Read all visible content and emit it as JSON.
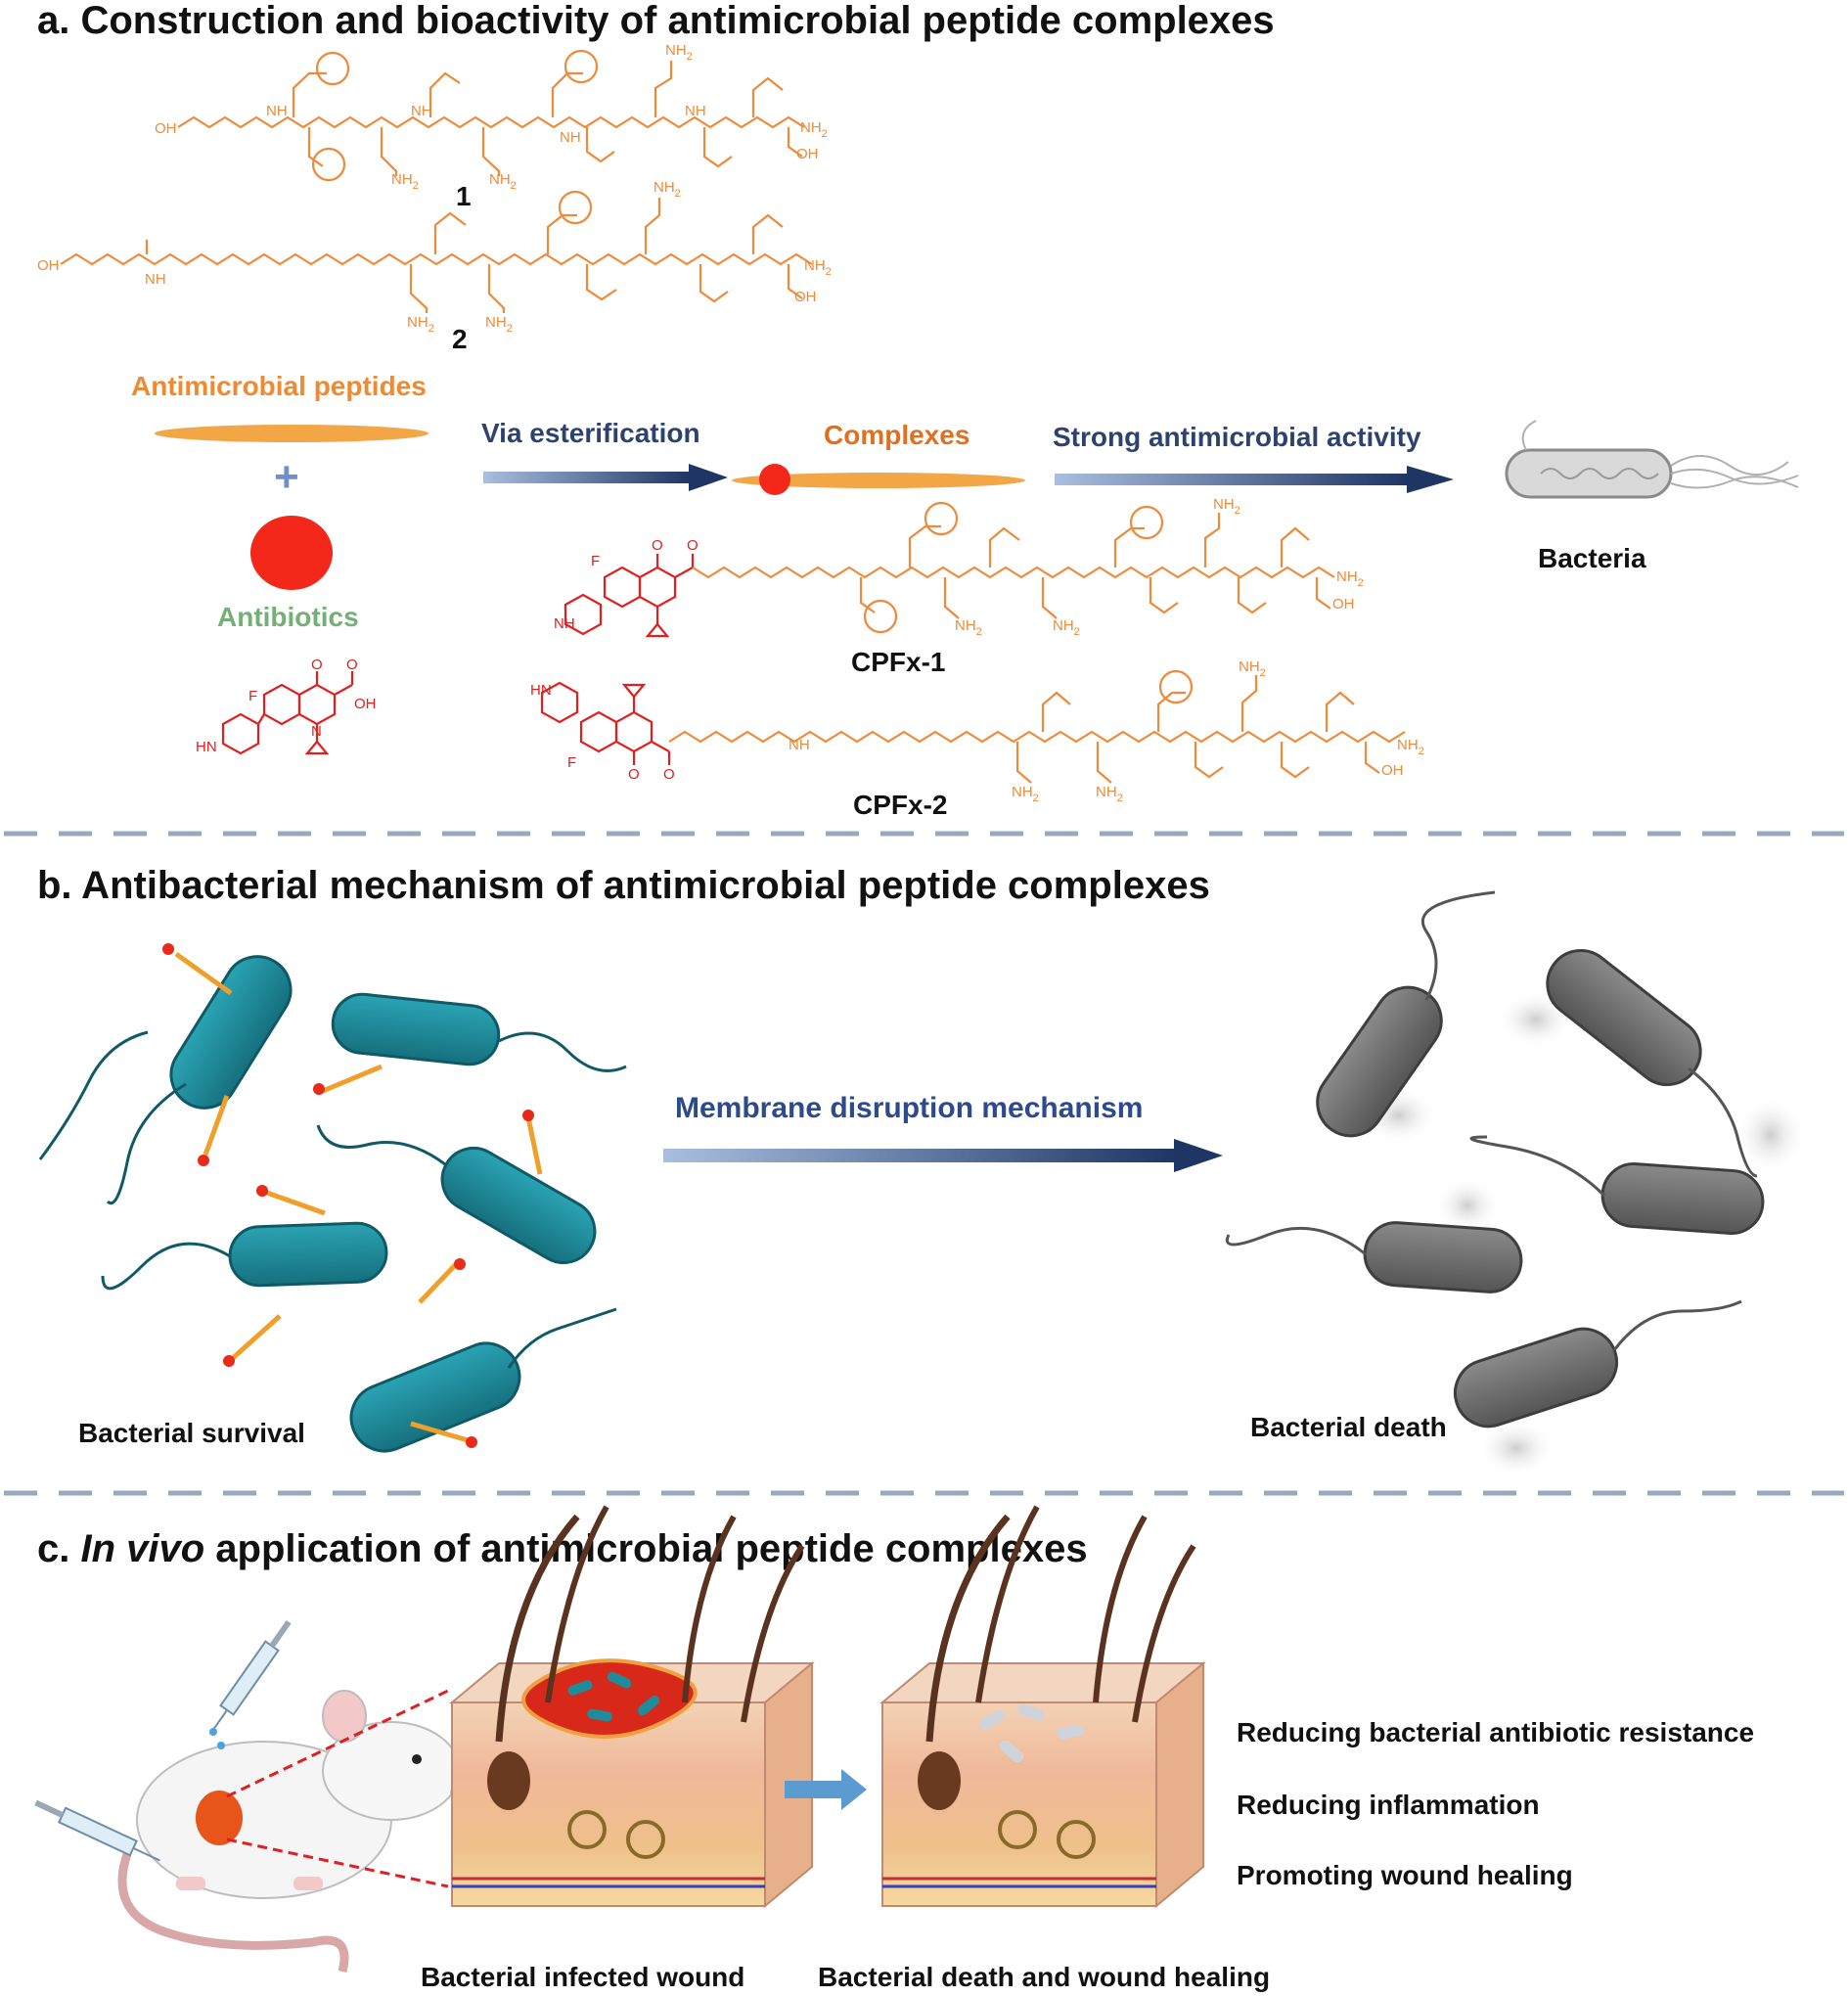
{
  "panel_a": {
    "title": "a. Construction and bioactivity of antimicrobial peptide complexes",
    "peptide1_label": "1",
    "peptide2_label": "2",
    "antimicrobial_peptides_label": "Antimicrobial peptides",
    "plus_sign": "+",
    "antibiotics_label": "Antibiotics",
    "via_esterification_label": "Via esterification",
    "complexes_label": "Complexes",
    "strong_activity_label": "Strong antimicrobial activity",
    "bacteria_label": "Bacteria",
    "cpfx1_label": "CPFx-1",
    "cpfx2_label": "CPFx-2",
    "chem_text": {
      "oh": "OH",
      "nh": "NH",
      "nh2": "NH",
      "sub2": "2",
      "o": "O",
      "f": "F",
      "n": "N",
      "hn": "HN"
    },
    "colors": {
      "peptide": "#f0a040",
      "antibiotic": "#f02a14",
      "antibiotics_text": "#6aaa6a",
      "complexes_text": "#e07020",
      "arrow_dark": "#1f3563",
      "arrow_light": "#9db3d6"
    }
  },
  "panel_b": {
    "title": "b. Antibacterial mechanism of antimicrobial peptide complexes",
    "mechanism_label": "Membrane disruption mechanism",
    "survival_label": "Bacterial survival",
    "death_label": "Bacterial death",
    "colors": {
      "live_bacteria": "#1f8c9c",
      "dead_bacteria": "#6e6e6e",
      "mechanism_text": "#2c4a8c"
    }
  },
  "panel_c": {
    "title_prefix": "c. ",
    "title_italic": "In vivo",
    "title_suffix": " application of antimicrobial peptide complexes",
    "infected_wound_label": "Bacterial infected wound",
    "healing_label": "Bacterial death and wound healing",
    "outcomes": [
      "Reducing bacterial antibiotic resistance",
      "Reducing inflammation",
      "Promoting wound healing"
    ],
    "colors": {
      "wound": "#d8281a",
      "arrow": "#5b9bd0"
    }
  }
}
